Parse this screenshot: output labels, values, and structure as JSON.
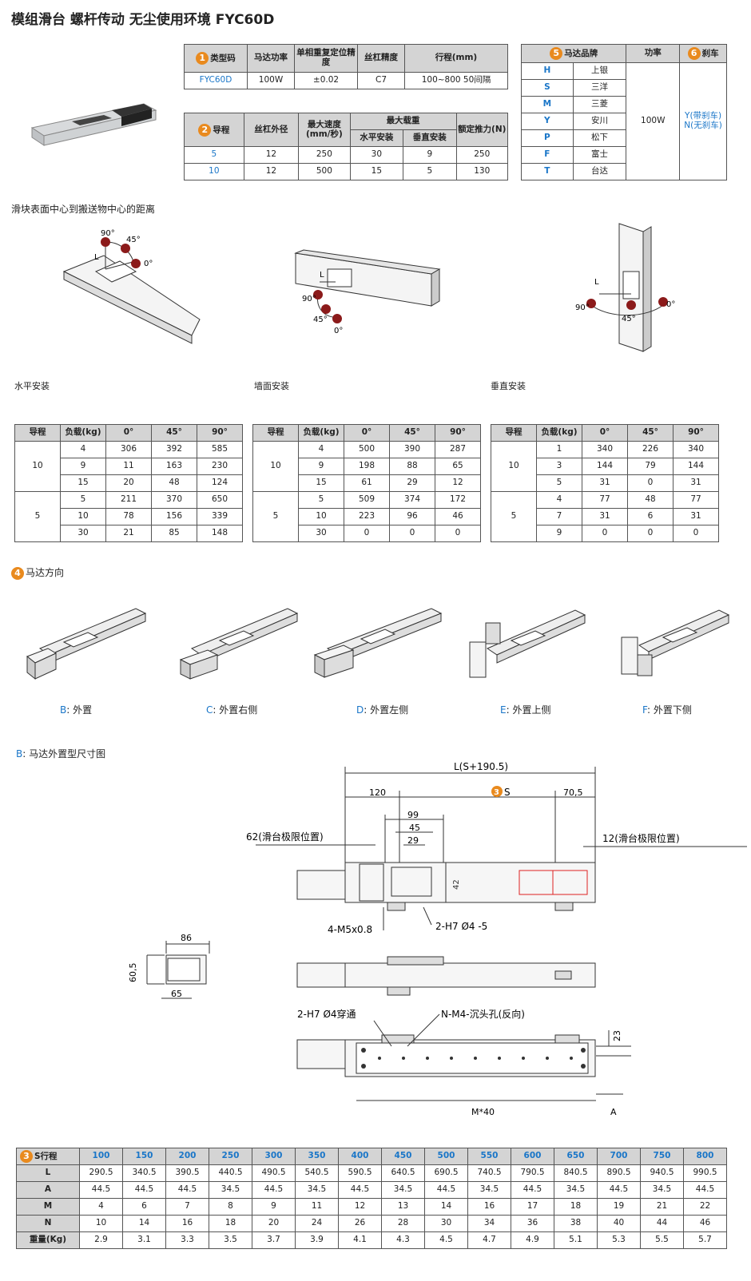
{
  "title": "模组滑台 螺杆传动 无尘使用环境 FYC60D",
  "colors": {
    "accent": "#1a76c8",
    "badge": "#e98a1e",
    "header_bg": "#d4d4d4"
  },
  "spec1": {
    "badge": "1",
    "headers": [
      "类型码",
      "马达功率",
      "单相重复定位精度",
      "丝杠精度",
      "行程(mm)"
    ],
    "row": [
      "FYC60D",
      "100W",
      "±0.02",
      "C7",
      "100~800  50间隔"
    ]
  },
  "spec2": {
    "badge": "2",
    "headers": [
      "导程",
      "丝杠外径",
      "最大速度(mm/秒)",
      "最大载重",
      "额定推力(N)"
    ],
    "subheaders": [
      "水平安装",
      "垂直安装"
    ],
    "rows": [
      [
        "5",
        "12",
        "250",
        "30",
        "9",
        "250"
      ],
      [
        "10",
        "12",
        "500",
        "15",
        "5",
        "130"
      ]
    ]
  },
  "brand": {
    "badge5": "5",
    "header_brand": "马达品牌",
    "header_power": "功率",
    "badge6": "6",
    "header_brake": "刹车",
    "items": [
      {
        "code": "H",
        "name": "上银"
      },
      {
        "code": "S",
        "name": "三洋"
      },
      {
        "code": "M",
        "name": "三菱"
      },
      {
        "code": "Y",
        "name": "安川"
      },
      {
        "code": "P",
        "name": "松下"
      },
      {
        "code": "F",
        "name": "富士"
      },
      {
        "code": "T",
        "name": "台达"
      }
    ],
    "power": "100W",
    "brake_y": "Y(带刹车)",
    "brake_n": "N(无刹车)"
  },
  "distance_title": "滑块表面中心到搬送物中心的距离",
  "diagrams": {
    "deg90": "90°",
    "deg45": "45°",
    "deg0": "0°",
    "L": "L",
    "cap_h": "水平安装",
    "cap_w": "墙面安装",
    "cap_v": "垂直安装"
  },
  "load_headers": [
    "导程",
    "负载(kg)",
    "0°",
    "45°",
    "90°"
  ],
  "load_h": {
    "g1": "10",
    "g2": "5",
    "rows": [
      [
        "4",
        "306",
        "392",
        "585"
      ],
      [
        "9",
        "11",
        "163",
        "230"
      ],
      [
        "15",
        "20",
        "48",
        "124"
      ],
      [
        "5",
        "211",
        "370",
        "650"
      ],
      [
        "10",
        "78",
        "156",
        "339"
      ],
      [
        "30",
        "21",
        "85",
        "148"
      ]
    ]
  },
  "load_w": {
    "g1": "10",
    "g2": "5",
    "rows": [
      [
        "4",
        "500",
        "390",
        "287"
      ],
      [
        "9",
        "198",
        "88",
        "65"
      ],
      [
        "15",
        "61",
        "29",
        "12"
      ],
      [
        "5",
        "509",
        "374",
        "172"
      ],
      [
        "10",
        "223",
        "96",
        "46"
      ],
      [
        "30",
        "0",
        "0",
        "0"
      ]
    ]
  },
  "load_v": {
    "g1": "10",
    "g2": "5",
    "rows": [
      [
        "1",
        "340",
        "226",
        "340"
      ],
      [
        "3",
        "144",
        "79",
        "144"
      ],
      [
        "5",
        "31",
        "0",
        "31"
      ],
      [
        "4",
        "77",
        "48",
        "77"
      ],
      [
        "7",
        "31",
        "6",
        "31"
      ],
      [
        "9",
        "0",
        "0",
        "0"
      ]
    ]
  },
  "motor_dir": {
    "badge": "4",
    "title": "马达方向",
    "items": [
      {
        "code": "B",
        "label": ": 外置"
      },
      {
        "code": "C",
        "label": ": 外置右侧"
      },
      {
        "code": "D",
        "label": ": 外置左侧"
      },
      {
        "code": "E",
        "label": ": 外置上侧"
      },
      {
        "code": "F",
        "label": ": 外置下侧"
      }
    ]
  },
  "dim": {
    "title_code": "B",
    "title": ": 马达外置型尺寸图",
    "L": "L(S+190.5)",
    "S_badge": "3",
    "S": "S",
    "d120": "120",
    "d705": "70,5",
    "d99": "99",
    "d45": "45",
    "d29": "29",
    "d62": "62(滑台极限位置)",
    "d12": "12(滑台极限位置)",
    "d42": "42",
    "m5": "4-M5x0.8",
    "h7a": "2-H7 Ø4 -5",
    "d86": "86",
    "d605": "60,5",
    "d65": "65",
    "h7b": "2-H7 Ø4穿通",
    "nm4": "N-M4-沉头孔(反向)",
    "d23": "23",
    "m40": "M*40",
    "A": "A"
  },
  "stroke": {
    "badge": "3",
    "head": "S行程",
    "strokes": [
      "100",
      "150",
      "200",
      "250",
      "300",
      "350",
      "400",
      "450",
      "500",
      "550",
      "600",
      "650",
      "700",
      "750",
      "800"
    ],
    "rows": [
      {
        "label": "L",
        "values": [
          "290.5",
          "340.5",
          "390.5",
          "440.5",
          "490.5",
          "540.5",
          "590.5",
          "640.5",
          "690.5",
          "740.5",
          "790.5",
          "840.5",
          "890.5",
          "940.5",
          "990.5"
        ]
      },
      {
        "label": "A",
        "values": [
          "44.5",
          "44.5",
          "44.5",
          "34.5",
          "44.5",
          "34.5",
          "44.5",
          "34.5",
          "44.5",
          "34.5",
          "44.5",
          "34.5",
          "44.5",
          "34.5",
          "44.5"
        ]
      },
      {
        "label": "M",
        "values": [
          "4",
          "6",
          "7",
          "8",
          "9",
          "11",
          "12",
          "13",
          "14",
          "16",
          "17",
          "18",
          "19",
          "21",
          "22"
        ]
      },
      {
        "label": "N",
        "values": [
          "10",
          "14",
          "16",
          "18",
          "20",
          "24",
          "26",
          "28",
          "30",
          "34",
          "36",
          "38",
          "40",
          "44",
          "46"
        ]
      },
      {
        "label": "重量(Kg)",
        "values": [
          "2.9",
          "3.1",
          "3.3",
          "3.5",
          "3.7",
          "3.9",
          "4.1",
          "4.3",
          "4.5",
          "4.7",
          "4.9",
          "5.1",
          "5.3",
          "5.5",
          "5.7"
        ]
      }
    ]
  }
}
